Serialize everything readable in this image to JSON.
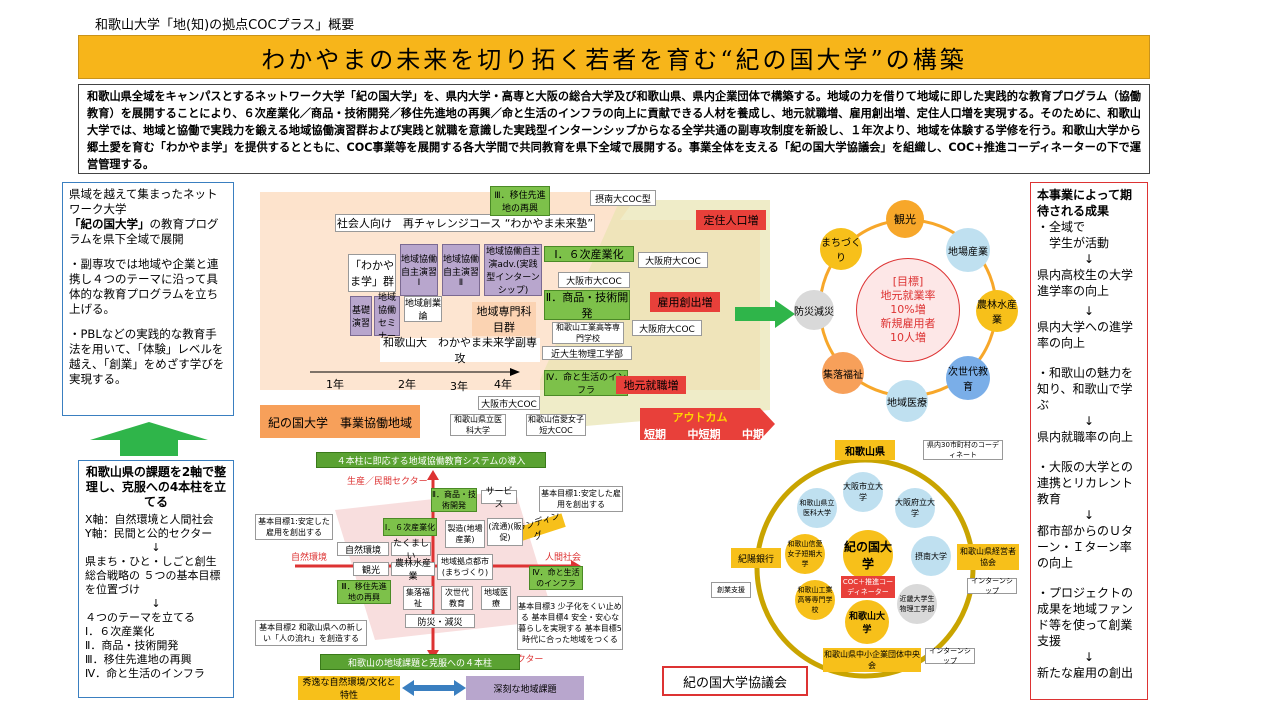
{
  "header": {
    "top_label": "和歌山大学「地(知)の拠点COCプラス」概要",
    "title": "わかやまの未来を切り拓く若者を育む“紀の国大学”の構築"
  },
  "summary": "和歌山県全域をキャンパスとするネットワーク大学「紀の国大学」を、県内大学・高専と大阪の総合大学及び和歌山県、県内企業団体で構築する。地域の力を借りて地域に即した実践的な教育プログラム（協働教育）を展開することにより、６次産業化／商品・技術開発／移住先進地の再興／命と生活のインフラの向上に貢献できる人材を養成し、地元就職増、雇用創出増、定住人口増を実現する。そのために、和歌山大学では、地域と協働で実践力を鍛える地域協働演習群および実践と就職を意識した実践型インターンシップからなる全学共通の副専攻制度を新設し、１年次より、地域を体験する学修を行う。和歌山大学から郷土愛を育む「わかやま学」を提供するとともに、COC事業等を展開する各大学間で共同教育を県下全域で展開する。事業全体を支える「紀の国大学協議会」を組織し、COC+推進コーディネーターの下で運営管理する。",
  "left_box": {
    "p1_pre": "県域を越えて集まったネットワーク大学",
    "p1_bold": "「紀の国大学」",
    "p1_post": "の教育プログラムを県下全域で展開",
    "p2": "・副専攻では地域や企業と連携し４つのテーマに沿って具体的な教育プログラムを立ち上げる。",
    "p3": "・PBLなどの実践的な教育手法を用いて、「体験」レベルを越え、「創業」をめざす学びを実現する。"
  },
  "axis_box": {
    "heading": "和歌山県の課題を2軸で整理し、克服への4本柱を立てる",
    "lines": [
      "X軸：自然環境と人間社会",
      "Y軸：民間と公的セクター",
      "↓",
      "県まち・ひと・しごと創生総合戦略の ５つの基本目標を位置づけ",
      "↓",
      "４つのテーマを立てる",
      "Ⅰ．６次産業化",
      "Ⅱ．商品・技術開発",
      "Ⅲ．移住先進地の再興",
      "Ⅳ．命と生活のインフラ"
    ]
  },
  "right_box": {
    "heading": "本事業によって期待される成果",
    "items": [
      "・全域で",
      "　学生が活動",
      "↓",
      "県内高校生の大学進学率の向上",
      "↓",
      "県内大学への進学率の向上",
      "・和歌山の魅力を知り、和歌山で学ぶ",
      "↓",
      "県内就職率の向上",
      "・大阪の大学との連携とリカレント教育",
      "↓",
      "都市部からのＵターン・Ｉターン率の向上",
      "・プロジェクトの成果を地域ファンド等を使って創業支援",
      "↓",
      "新たな雇用の創出"
    ]
  },
  "program": {
    "recurrent": "社会人向け　再チャレンジコース “わかやま未来塾”",
    "themes": [
      "Ⅰ．６次産業化",
      "Ⅱ．商品・技術開発",
      "Ⅲ．移住先進地の再興",
      "Ⅳ．命と生活のインフラ"
    ],
    "partners": [
      "摂南大COC型",
      "大阪府大COC",
      "大阪市大COC",
      "大阪府大COC",
      "和歌山工業高等専門学校",
      "近大生物理工学部",
      "大阪市大COC",
      "和歌山県立医科大学",
      "和歌山信愛女子短大COC"
    ],
    "outcomes": [
      "定住人口増",
      "雇用創出増",
      "地元就職増"
    ],
    "wakayamagaku": "「わかやま学」群",
    "basic": "基礎演習",
    "seminar": "地域協働セミナー",
    "ex1": "地域協働自主演習Ⅰ",
    "ex2": "地域協働自主演習Ⅱ",
    "adv": "地域協働自主演adv.(実践型インターンシップ)",
    "sogyo": "地域創業論",
    "senmon": "地域専門科目群",
    "minor": "和歌山大　わかやま未来学副専攻",
    "years": [
      "1年",
      "2年",
      "3年",
      "4年"
    ],
    "region": "紀の国大学　事業協働地域",
    "outcome_label": "アウトカム",
    "terms": [
      "短期",
      "中短期",
      "中期"
    ]
  },
  "ring": {
    "center_title": "[目標]",
    "center_lines": [
      "地元就業率",
      "10%増",
      "新規雇用者",
      "10人増"
    ],
    "items": [
      "観光",
      "地場産業",
      "農林水産業",
      "次世代教育",
      "地域医療",
      "集落福祉",
      "防災減災",
      "まちづくり"
    ]
  },
  "axis_diagram": {
    "top": "４本柱に即応する地域協働教育システムの導入",
    "bottom": "和歌山の地域課題と克服への４本柱",
    "y_top": "生産／民間セクター",
    "y_bottom": "インフラ／公的セクター",
    "x_left": "自然環境",
    "x_right": "人間社会",
    "branding": "ブランディング",
    "cells": [
      "自然環境",
      "たくましい",
      "製造(地場産業)",
      "(流通)(販促)",
      "観光",
      "農林水産業",
      "地域拠点都市(まちづくり)",
      "集落福祉",
      "次世代教育",
      "地域医療",
      "防災・減災",
      "サービス"
    ],
    "pillars": [
      "Ⅰ．６次産業化",
      "Ⅱ．商品・技術開発",
      "Ⅲ．移住先進地の再興",
      "Ⅳ．命と生活のインフラ"
    ],
    "goals": [
      "基本目標1:安定した雇用を創出する",
      "基本目標1:安定した雇用を創出する",
      "基本目標2 和歌山県への新しい「人の流れ」を創造する",
      "基本目標3 少子化をくい止める 基本目標4 安全・安心な暮らしを実現する 基本目標5 時代に合った地域をつくる"
    ],
    "legend": [
      "秀逸な自然環境/文化と特性",
      "深刻な地域課題"
    ]
  },
  "council": {
    "pref": "和歌山県",
    "pref_note": "県内30市町村のコーディネート",
    "center": "紀の国大学",
    "coordinator": "COC＋推進コーディネーター",
    "wu": "和歌山大学",
    "members": [
      "大阪市立大学",
      "大阪府立大学",
      "摂南大学",
      "近畿大学生物理工学部",
      "和歌山工業高等専門学校",
      "和歌山信愛女子短期大学",
      "和歌山県立医科大学"
    ],
    "bank": "紀陽銀行",
    "bank_note": "創業支援",
    "keikyo": "和歌山県経営者協会",
    "intern1": "インターンシップ",
    "chusho": "和歌山県中小企業団体中央会",
    "intern2": "インターンシップ",
    "label": "紀の国大学協議会"
  }
}
